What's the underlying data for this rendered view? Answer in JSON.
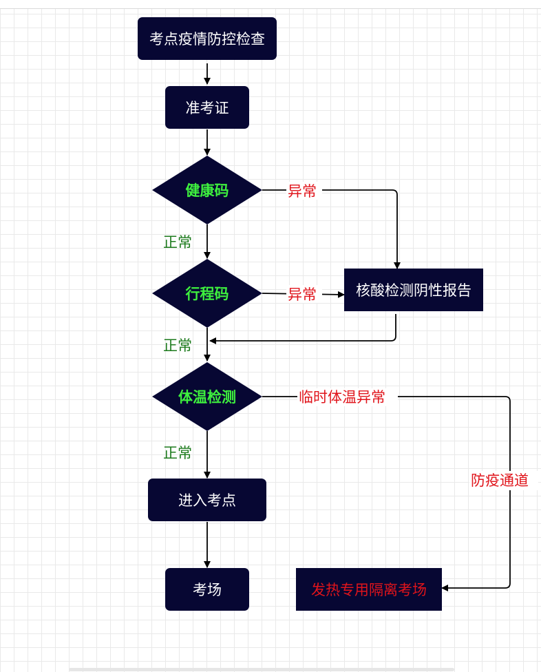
{
  "nodes": {
    "start": "考点疫情防控检查",
    "admission": "准考证",
    "health_code": "健康码",
    "travel_code": "行程码",
    "temp_check": "体温检测",
    "nat_report": "核酸检测阴性报告",
    "enter": "进入考点",
    "exam_room": "考场",
    "fever_room": "发热专用隔离考场"
  },
  "edge_labels": {
    "health_abnormal": "异常",
    "travel_abnormal": "异常",
    "health_normal": "正常",
    "travel_normal": "正常",
    "temp_normal": "正常",
    "temp_abnormal": "临时体温异常",
    "epidemic_channel": "防疫通道"
  },
  "colors": {
    "node_fill": "#070733",
    "node_text": "#ffffff",
    "diamond_text": "#3ef03e",
    "normal_label": "#1c7a1c",
    "abnormal_label": "#e0141b"
  }
}
